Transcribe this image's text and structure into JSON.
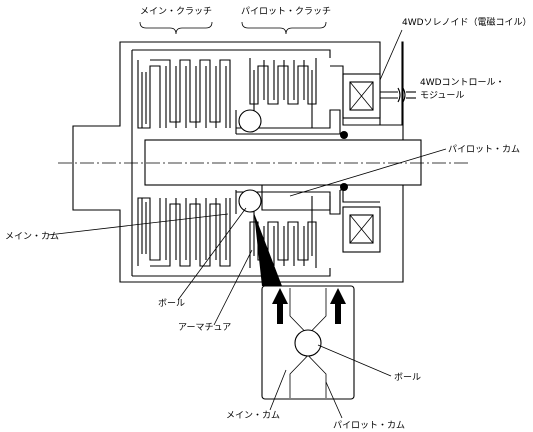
{
  "labels": {
    "main_clutch": "メイン・クラッチ",
    "pilot_clutch": "パイロット・クラッチ",
    "solenoid": "4WDソレノイド（電磁コイル）",
    "control_module_line1": "4WDコントロール・",
    "control_module_line2": "モジュール",
    "pilot_cam": "パイロット・カム",
    "main_cam": "メイン・カム",
    "ball": "ボール",
    "armature": "アーマチュア",
    "detail_ball": "ボール",
    "detail_main_cam": "メイン・カム",
    "detail_pilot_cam": "パイロット・カム"
  }
}
